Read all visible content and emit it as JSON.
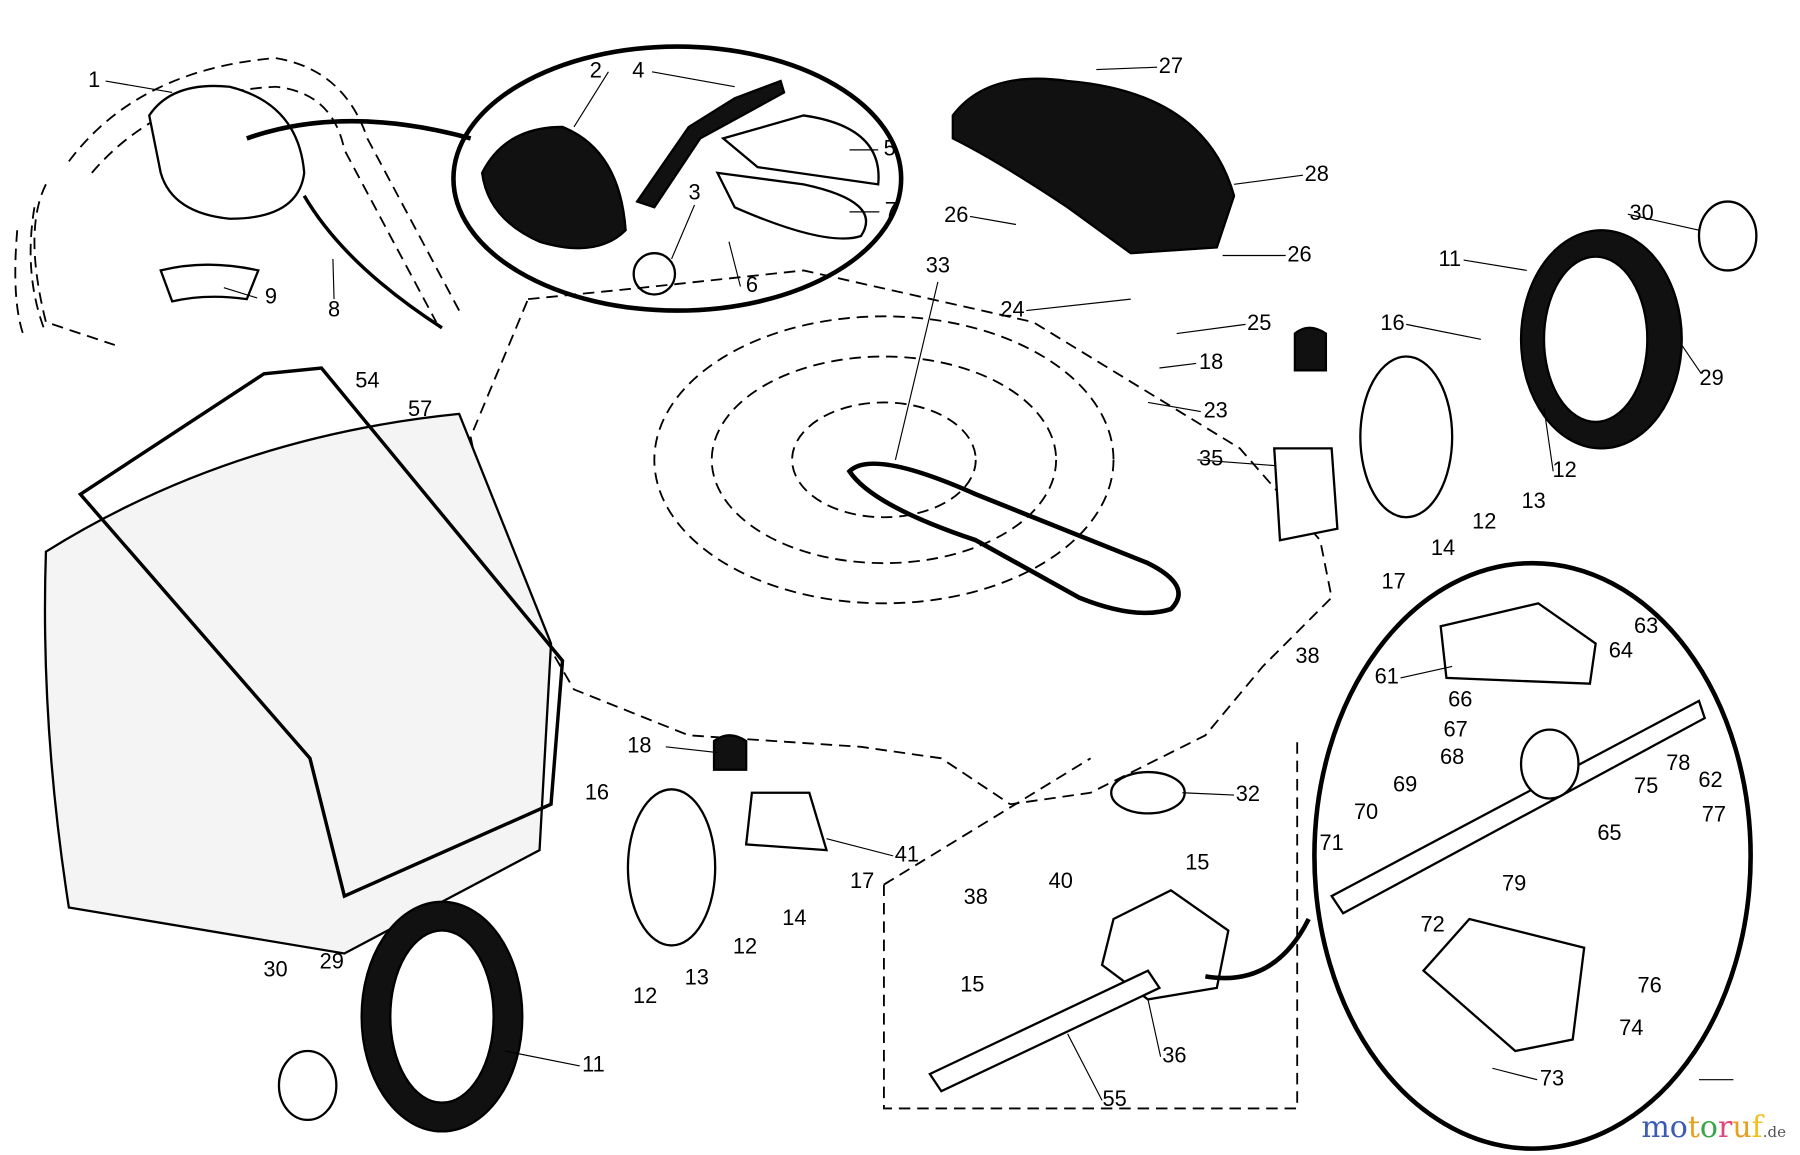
{
  "callouts": [
    "1",
    "2",
    "4",
    "5",
    "3",
    "7",
    "6",
    "9",
    "8",
    "27",
    "28",
    "26",
    "26",
    "33",
    "24",
    "25",
    "18",
    "23",
    "35",
    "30",
    "11",
    "16",
    "29",
    "12",
    "13",
    "12",
    "14",
    "17",
    "38",
    "54",
    "57",
    "61",
    "63",
    "64",
    "66",
    "67",
    "68",
    "62",
    "78",
    "69",
    "75",
    "70",
    "77",
    "65",
    "71",
    "79",
    "72",
    "76",
    "74",
    "73",
    "18",
    "16",
    "32",
    "41",
    "15",
    "17",
    "40",
    "38",
    "14",
    "12",
    "13",
    "12",
    "30",
    "29",
    "11",
    "15",
    "36",
    "55"
  ],
  "watermark": {
    "text": "motoruf",
    "suffix": ".de",
    "colors": [
      "#3b5bb5",
      "#3b5bb5",
      "#e5a020",
      "#3aa548",
      "#e0457b",
      "#e5a020",
      "#f0c020"
    ]
  }
}
